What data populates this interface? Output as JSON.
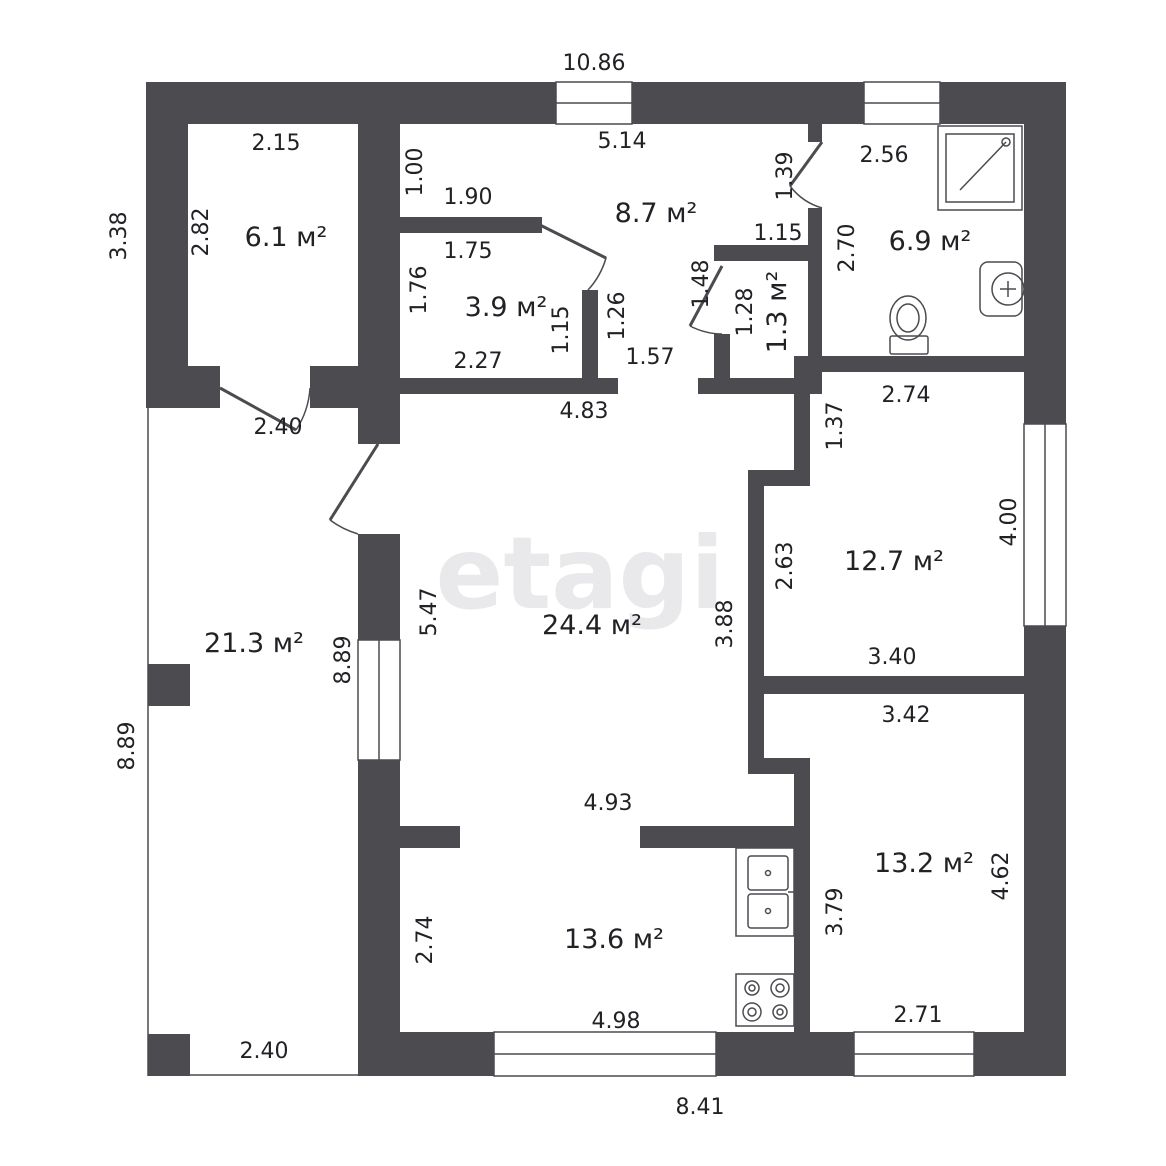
{
  "watermark": "etagi",
  "rooms": [
    {
      "id": "room-bedroom-small",
      "area": "6.1 м²"
    },
    {
      "id": "room-hall",
      "area": "8.7 м²"
    },
    {
      "id": "room-storage",
      "area": "3.9 м²"
    },
    {
      "id": "room-toilet-small",
      "area": "1.3 м²"
    },
    {
      "id": "room-bathroom",
      "area": "6.9 м²"
    },
    {
      "id": "room-living",
      "area": "24.4 м²"
    },
    {
      "id": "room-terrace",
      "area": "21.3 м²"
    },
    {
      "id": "room-bedroom-east",
      "area": "12.7 м²"
    },
    {
      "id": "room-bedroom-southeast",
      "area": "13.2 м²"
    },
    {
      "id": "room-kitchen",
      "area": "13.6 м²"
    }
  ],
  "dimensions": [
    "10.86",
    "3.38",
    "2.15",
    "2.82",
    "1.00",
    "5.14",
    "1.90",
    "1.39",
    "2.56",
    "1.15",
    "2.70",
    "1.75",
    "1.76",
    "1.15",
    "1.26",
    "1.48",
    "1.28",
    "2.27",
    "1.57",
    "2.40",
    "4.83",
    "2.74",
    "1.37",
    "4.00",
    "2.63",
    "5.47",
    "3.88",
    "8.89",
    "3.40",
    "3.42",
    "8.89",
    "4.93",
    "4.62",
    "3.79",
    "2.74",
    "4.98",
    "2.71",
    "2.40",
    "8.41"
  ]
}
